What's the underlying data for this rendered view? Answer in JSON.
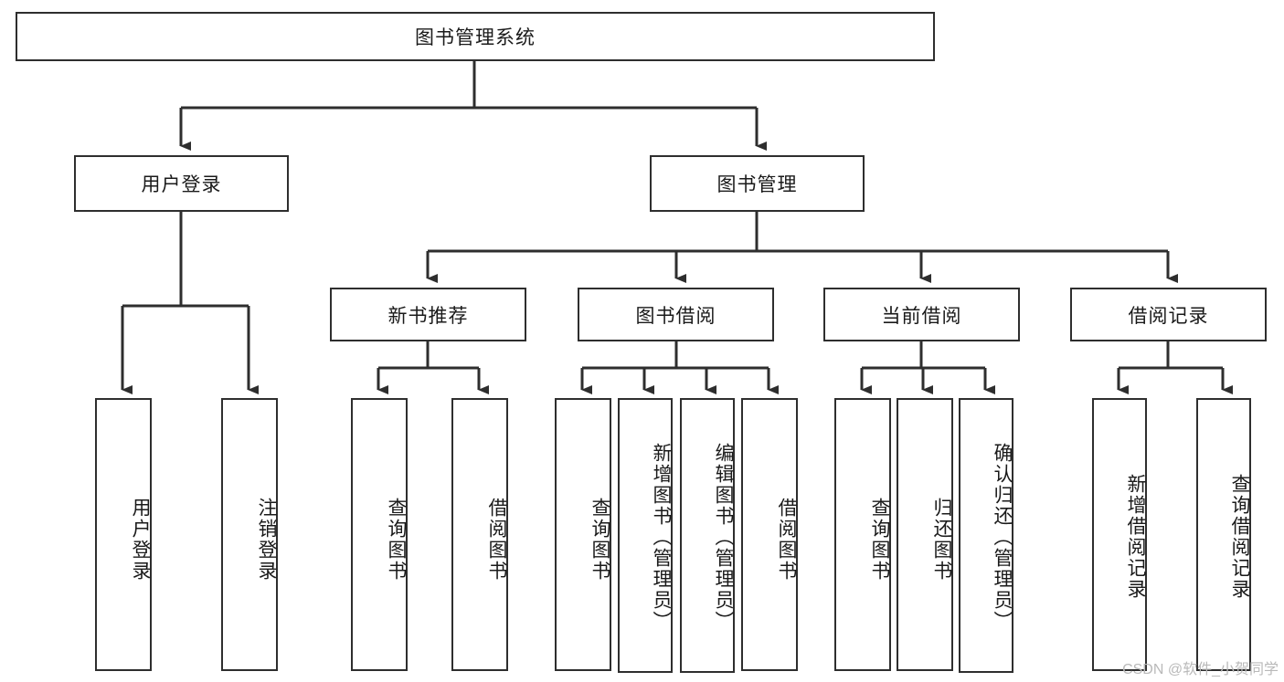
{
  "diagram": {
    "type": "tree-hierarchy-chart",
    "title": "图书管理系统",
    "orientation": "top-down",
    "colors": {
      "box_border": "#2e2e2e",
      "box_fill": "#ffffff",
      "connector": "#2e2e2e",
      "text": "#1a1a1a",
      "watermark": "#b9b9b9"
    },
    "levels": [
      {
        "level": 1,
        "nodes": [
          {
            "id": "root",
            "label": "图书管理系统",
            "orientation": "horizontal"
          }
        ]
      },
      {
        "level": 2,
        "nodes": [
          {
            "id": "user-login",
            "label": "用户登录",
            "orientation": "horizontal",
            "parent": "root"
          },
          {
            "id": "book-manage",
            "label": "图书管理",
            "orientation": "horizontal",
            "parent": "root"
          }
        ]
      },
      {
        "level": 3,
        "nodes": [
          {
            "id": "new-book-rec",
            "label": "新书推荐",
            "orientation": "horizontal",
            "parent": "book-manage"
          },
          {
            "id": "book-borrow",
            "label": "图书借阅",
            "orientation": "horizontal",
            "parent": "book-manage"
          },
          {
            "id": "current-borrow",
            "label": "当前借阅",
            "orientation": "horizontal",
            "parent": "book-manage"
          },
          {
            "id": "borrow-record",
            "label": "借阅记录",
            "orientation": "horizontal",
            "parent": "book-manage"
          }
        ]
      },
      {
        "level": 4,
        "nodes": [
          {
            "id": "leaf-1",
            "label": "用户登录",
            "orientation": "vertical",
            "parent": "user-login"
          },
          {
            "id": "leaf-2",
            "label": "注销登录",
            "orientation": "vertical",
            "parent": "user-login"
          },
          {
            "id": "leaf-3",
            "label": "查询图书",
            "orientation": "vertical",
            "parent": "new-book-rec"
          },
          {
            "id": "leaf-4",
            "label": "借阅图书",
            "orientation": "vertical",
            "parent": "new-book-rec"
          },
          {
            "id": "leaf-5",
            "label": "查询图书",
            "orientation": "vertical",
            "parent": "book-borrow"
          },
          {
            "id": "leaf-6",
            "label": "新增图书（管理员）",
            "orientation": "vertical",
            "parent": "book-borrow"
          },
          {
            "id": "leaf-7",
            "label": "编辑图书（管理员）",
            "orientation": "vertical",
            "parent": "book-borrow"
          },
          {
            "id": "leaf-8",
            "label": "借阅图书",
            "orientation": "vertical",
            "parent": "book-borrow"
          },
          {
            "id": "leaf-9",
            "label": "查询图书",
            "orientation": "vertical",
            "parent": "current-borrow"
          },
          {
            "id": "leaf-10",
            "label": "归还图书",
            "orientation": "vertical",
            "parent": "current-borrow"
          },
          {
            "id": "leaf-11",
            "label": "确认归还（管理员）",
            "orientation": "vertical",
            "parent": "current-borrow"
          },
          {
            "id": "leaf-12",
            "label": "新增借阅记录",
            "orientation": "vertical",
            "parent": "borrow-record"
          },
          {
            "id": "leaf-13",
            "label": "查询借阅记录",
            "orientation": "vertical",
            "parent": "borrow-record"
          }
        ]
      }
    ]
  },
  "watermark": {
    "text": "CSDN @软件_小贺同学"
  }
}
